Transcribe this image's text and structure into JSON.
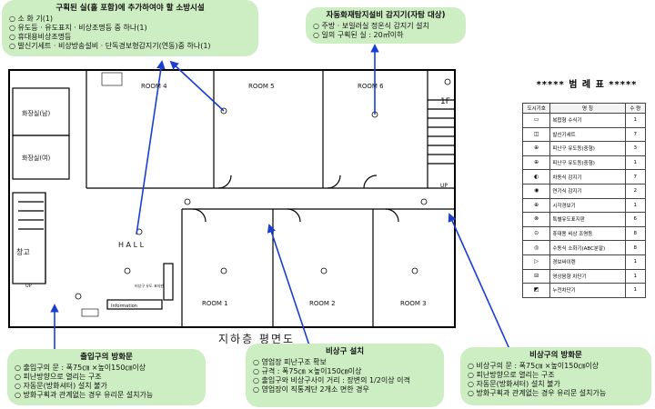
{
  "callouts": {
    "top_left": {
      "title": "구획된 실(홀 포함)에 추가하여야 할 소방시설",
      "items": [
        "소 화 기(1)",
        "유도등 · 유도표지 · 비상조명등 중 하나(1)",
        "휴대용비상조명등",
        "발신기세트 · 비상방송설비 · 단독경보형감지기(연동)중 하나(1)"
      ]
    },
    "top_mid": {
      "title": "자동화재탐지설비 감지기(자탐 대상)",
      "items": [
        "주방 · 보일러실 정온식 감지기 설치",
        "일의 구획된 실 : 20㎡이하"
      ]
    },
    "bot_left": {
      "title": "출입구의 방화문",
      "items": [
        "출입구의 문 : 폭75㎝ ×높이150㎝이상",
        "피난방향으로 열리는 구조",
        "자동문(방화셔터) 설치 불가",
        "방화구획과 관계없는 경우 유리문 설치가능"
      ]
    },
    "bot_mid": {
      "title": "비상구 설치",
      "items": [
        "영업장 피난구조 확보",
        "규격 : 폭75㎝ ×높이150㎝이상",
        "출입구와 비상구사이 거리 : 장변의 1/2이상 이격",
        "영업장이 직통계단 2개소 면한 경우"
      ]
    },
    "bot_right": {
      "title": "비상구의 방화문",
      "items": [
        "비상구의 문 : 폭75㎝ ×높이150㎝이상",
        "피난방향으로 열리는 구조",
        "자동문(방화셔터) 설치 불가",
        "방화구획과 관계없는 경우 유리문 설치가능"
      ]
    }
  },
  "plan": {
    "title": "지하층 평면도",
    "rooms": [
      "ROOM 1",
      "ROOM 2",
      "ROOM 3",
      "ROOM 4",
      "ROOM 5",
      "ROOM 6"
    ],
    "hall": "H A L L",
    "wc_m": "화장실(남)",
    "wc_f": "화장실(여)",
    "storage": "창고",
    "floor_1f": "1F",
    "up1": "UP",
    "up2": "UP",
    "info": "Information",
    "emerg_sign": "비상구 유도 표지판"
  },
  "legend": {
    "title": "***** 범 례 표 *****",
    "headers": [
      "도시기호",
      "명 칭",
      "수 량"
    ],
    "rows": [
      {
        "sym": "▭",
        "name": "복합형 수식기",
        "qty": "1"
      },
      {
        "sym": "◫",
        "name": "발신기세트",
        "qty": "7"
      },
      {
        "sym": "⊕",
        "name": "피난구 유도등(중형)",
        "qty": "3"
      },
      {
        "sym": "⊕",
        "name": "피난구 유도등(중형)",
        "qty": "1"
      },
      {
        "sym": "◐",
        "name": "차동식 감지기",
        "qty": "7"
      },
      {
        "sym": "◉",
        "name": "연기식 감지기",
        "qty": "2"
      },
      {
        "sym": "⊕",
        "name": "시각경보기",
        "qty": "1"
      },
      {
        "sym": "⊗",
        "name": "특별유도표지판",
        "qty": "6"
      },
      {
        "sym": "⊙",
        "name": "휴대용 비상 조명등",
        "qty": "8"
      },
      {
        "sym": "◎",
        "name": "수동식 소화기(ABC분말)",
        "qty": "8"
      },
      {
        "sym": "▷",
        "name": "경보싸이렌",
        "qty": "1"
      },
      {
        "sym": "⊟",
        "name": "영상음향 차단기",
        "qty": "1"
      },
      {
        "sym": "◩",
        "name": "누전차단기",
        "qty": "1"
      }
    ]
  },
  "colors": {
    "callout_bg": "#cdeec2",
    "arrow": "#1a3fcf",
    "wall": "#000000"
  }
}
